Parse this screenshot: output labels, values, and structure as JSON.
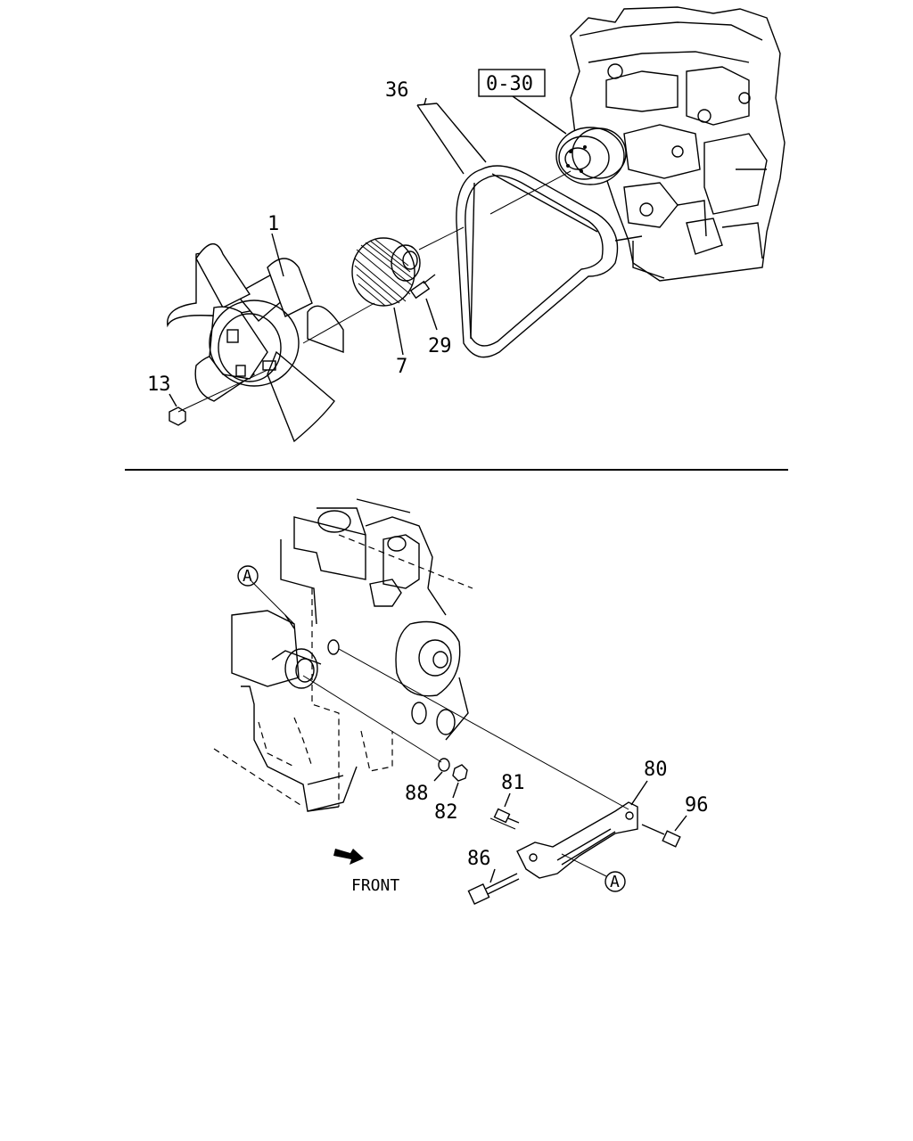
{
  "top_section": {
    "reference_box": "0-30",
    "callouts": {
      "belt": "36",
      "fan": "1",
      "fan_clutch": "7",
      "bolt": "29",
      "nut": "13"
    }
  },
  "bottom_section": {
    "callouts": {
      "ref_a_left": "A",
      "ref_a_right": "A",
      "bracket": "80",
      "bolt_short": "81",
      "bolt_right": "96",
      "bolt_long": "86",
      "washer": "88",
      "nut": "82"
    },
    "direction_label": "FRONT"
  }
}
